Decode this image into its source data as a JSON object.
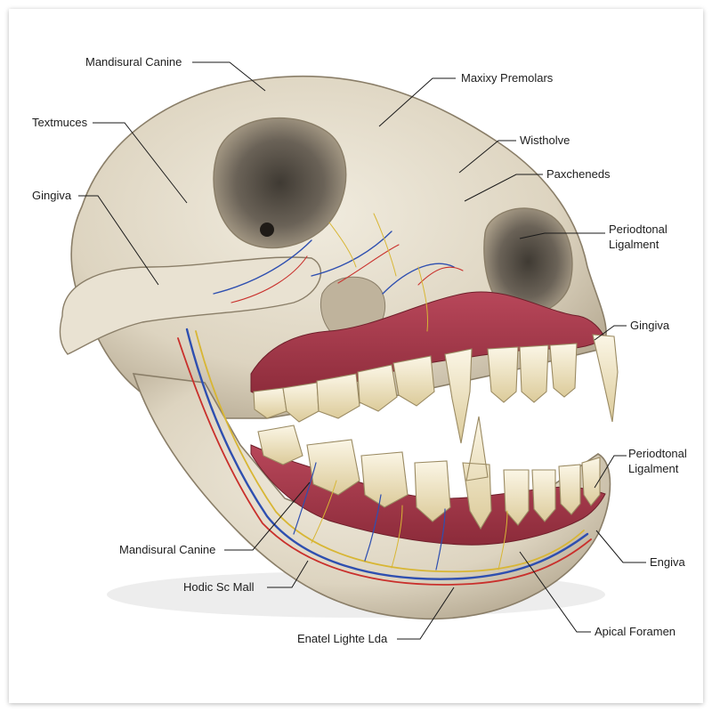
{
  "colors": {
    "bone": "#e6dfcf",
    "bone_shadow": "#b9ad96",
    "gum": "#a53a46",
    "tooth": "#f1e6c6",
    "artery": "#c9302c",
    "vein": "#2e4fb0",
    "nerve": "#d8b634"
  },
  "labels": {
    "mandisural_canine_top": "Mandisural Canine",
    "textmuces": "Textmuces",
    "gingiva_left": "Gingiva",
    "maxixy_premolars": "Maxixy Premolars",
    "wistholve": "Wistholve",
    "paxcheneds": "Paxcheneds",
    "periodtonal_ligalment_upper_1": "Periodtonal",
    "periodtonal_ligalment_upper_2": "Ligalment",
    "gingiva_right": "Gingiva",
    "periodtonal_ligalment_lower_1": "Periodtonal",
    "periodtonal_ligalment_lower_2": "Ligalment",
    "engiva": "Engiva",
    "mandisural_canine_bottom": "Mandisural Canine",
    "hodic_sc_mall": "Hodic Sc Mall",
    "enatel_lighte_lda": "Enatel Lighte Lda",
    "apical_foramen": "Apical Foramen"
  }
}
